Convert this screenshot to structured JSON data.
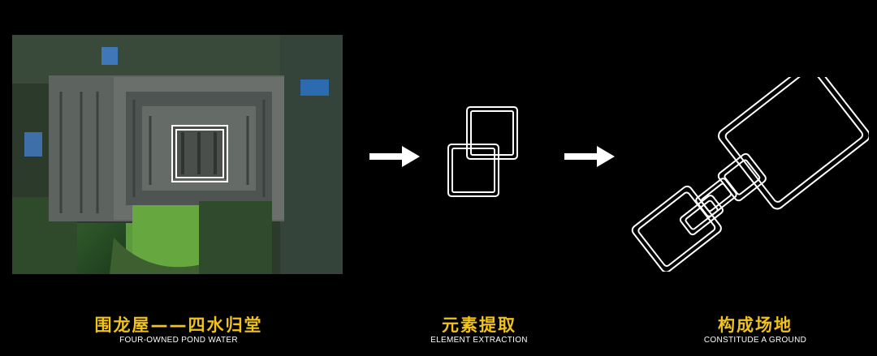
{
  "captions": [
    {
      "cn": "围龙屋——四水归堂",
      "en": "FOUR-OWNED POND WATER"
    },
    {
      "cn": "元素提取",
      "en": "ELEMENT EXTRACTION"
    },
    {
      "cn": "构成场地",
      "en": "CONSTITUDE A GROUND"
    }
  ],
  "colors": {
    "background": "#000000",
    "caption_cn": "#f0c21a",
    "caption_en": "#ffffff",
    "lines": "#ffffff"
  },
  "icons": [
    "right-arrow-icon",
    "right-arrow-icon"
  ]
}
